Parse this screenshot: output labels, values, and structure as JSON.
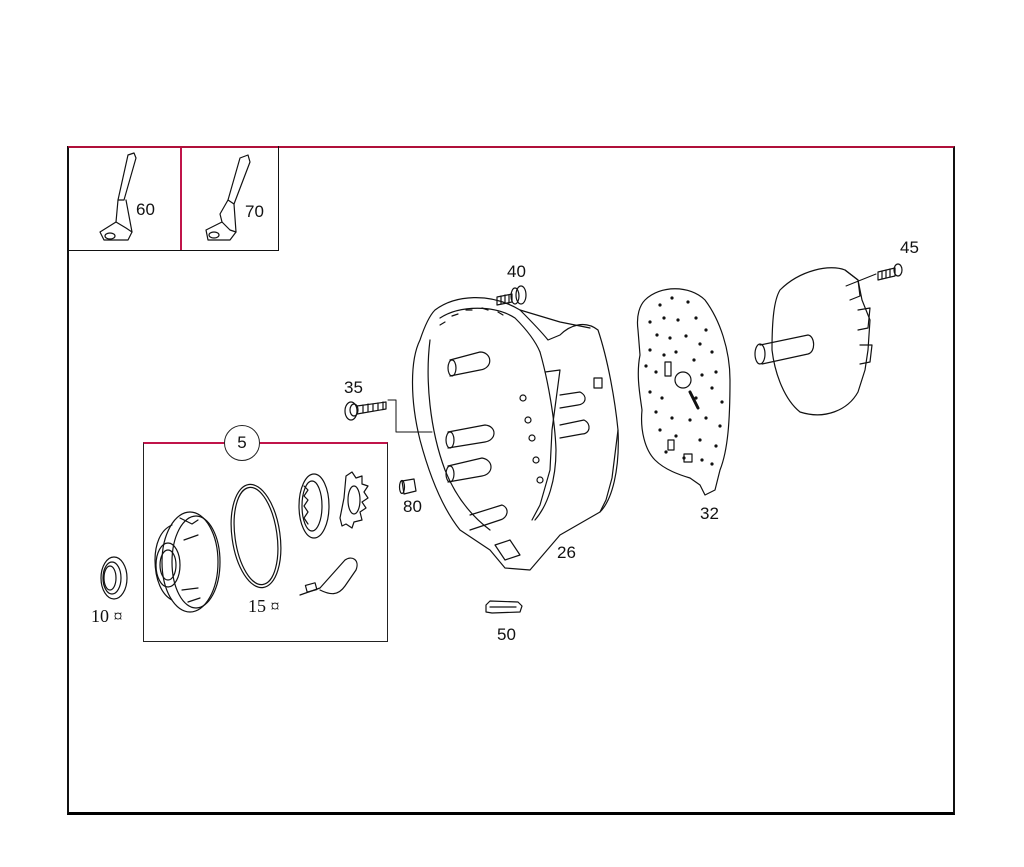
{
  "diagram": {
    "type": "exploded-parts-diagram",
    "line_color": "#111111",
    "accent_color": "#c0144a"
  },
  "inset": {
    "items": [
      {
        "callout": "60",
        "part": "bracket-tube-a"
      },
      {
        "callout": "70",
        "part": "bracket-tube-b"
      }
    ]
  },
  "kit": {
    "callout": "5",
    "items": [
      {
        "callout": "15 ¤",
        "part": "o-ring-and-gear-set"
      }
    ]
  },
  "parts": [
    {
      "callout": "10 ¤",
      "part": "seal-ring"
    },
    {
      "callout": "26",
      "part": "transmission-housing"
    },
    {
      "callout": "32",
      "part": "intermediate-plate"
    },
    {
      "callout": "35",
      "part": "screw"
    },
    {
      "callout": "40",
      "part": "bolt"
    },
    {
      "callout": "45",
      "part": "bolt"
    },
    {
      "callout": "50",
      "part": "seal"
    },
    {
      "callout": "80",
      "part": "sleeve"
    }
  ]
}
